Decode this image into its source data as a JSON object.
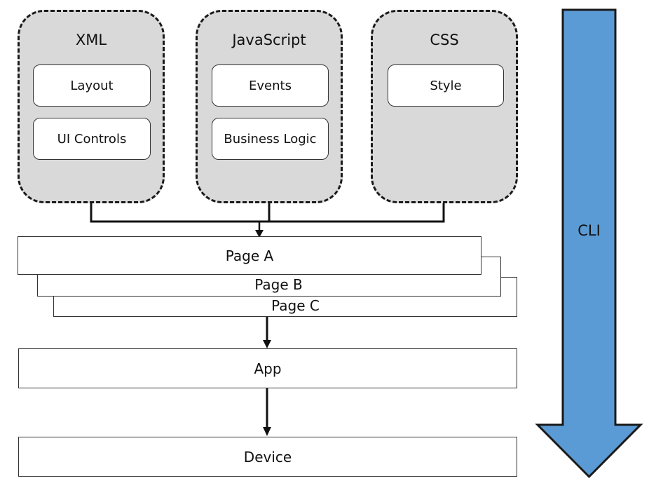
{
  "groups": [
    {
      "title": "XML",
      "items": [
        "Layout",
        "UI Controls"
      ]
    },
    {
      "title": "JavaScript",
      "items": [
        "Events",
        "Business Logic"
      ]
    },
    {
      "title": "CSS",
      "items": [
        "Style"
      ]
    }
  ],
  "pages": [
    "Page A",
    "Page B",
    "Page C"
  ],
  "app": "App",
  "device": "Device",
  "cli": "CLI",
  "colors": {
    "group_fill": "#d9d9d9",
    "arrow_fill": "#5b9bd5",
    "arrow_stroke": "#1a1a1a"
  }
}
